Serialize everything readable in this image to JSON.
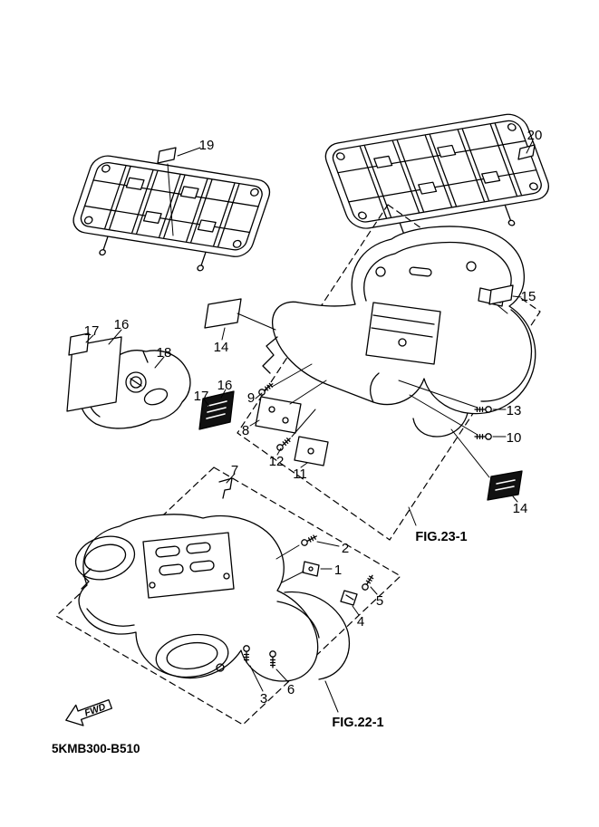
{
  "diagram": {
    "part_code": "5KMB300-B510",
    "fwd_label": "FWD",
    "colors": {
      "line": "#000000",
      "background": "#ffffff",
      "badge": "#111111"
    }
  },
  "figures": {
    "fig23": "FIG.23-1",
    "fig22": "FIG.22-1"
  },
  "callouts": [
    {
      "n": "19"
    },
    {
      "n": "20"
    },
    {
      "n": "15"
    },
    {
      "n": "14"
    },
    {
      "n": "17"
    },
    {
      "n": "16"
    },
    {
      "n": "18"
    },
    {
      "n": "17"
    },
    {
      "n": "16"
    },
    {
      "n": "9"
    },
    {
      "n": "8"
    },
    {
      "n": "13"
    },
    {
      "n": "10"
    },
    {
      "n": "12"
    },
    {
      "n": "11"
    },
    {
      "n": "7"
    },
    {
      "n": "14"
    },
    {
      "n": "2"
    },
    {
      "n": "1"
    },
    {
      "n": "5"
    },
    {
      "n": "4"
    },
    {
      "n": "3"
    },
    {
      "n": "6"
    }
  ]
}
